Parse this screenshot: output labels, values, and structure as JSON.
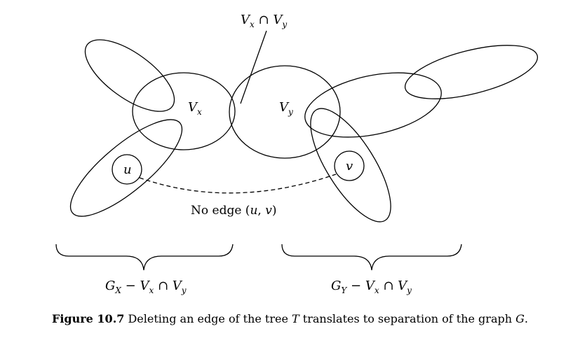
{
  "labels": {
    "intersection": {
      "v": "V",
      "x": "x",
      "cap": " ∩ ",
      "v2": "V",
      "y": "y"
    },
    "vx": {
      "v": "V",
      "sub": "x"
    },
    "vy": {
      "v": "V",
      "sub": "y"
    },
    "u": "u",
    "v": "v",
    "no_edge": {
      "text": "No edge (",
      "u": "u",
      "comma": ", ",
      "v": "v",
      "close": ")"
    },
    "gx": {
      "g": "G",
      "gsub": "X",
      "minus": " − ",
      "v": "V",
      "vsub": "x",
      "cap": " ∩ ",
      "v2": "V",
      "v2sub": "y"
    },
    "gy": {
      "g": "G",
      "gsub": "Y",
      "minus": " − ",
      "v": "V",
      "vsub": "x",
      "cap": " ∩ ",
      "v2": "V",
      "v2sub": "y"
    }
  },
  "caption": {
    "label": "Figure 10.7",
    "text1": " Deleting an edge of the tree ",
    "t": "T",
    "text2": " translates to separation of the graph ",
    "g": "G",
    "end": "."
  }
}
